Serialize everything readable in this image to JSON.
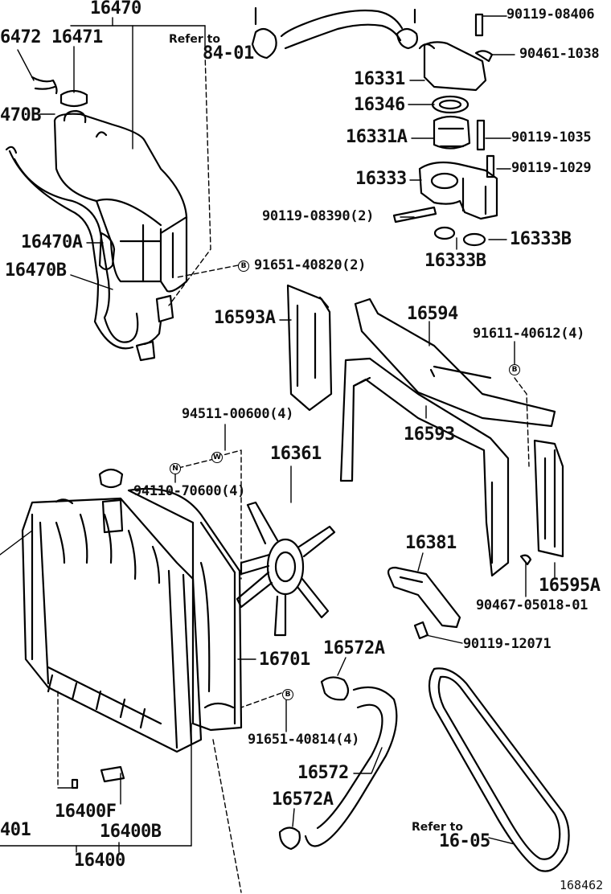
{
  "part_labels": {
    "p16470": "16470",
    "p16472": "6472",
    "p16471": "16471",
    "p16470b_top": "470B",
    "p16470a": "16470A",
    "p16470b": "16470B",
    "p91651_40820": "91651-40820(2)",
    "p16331": "16331",
    "p16346": "16346",
    "p16331a": "16331A",
    "p16333": "16333",
    "p90119_08390": "90119-08390(2)",
    "p16333b_right": "16333B",
    "p16333b_bottom": "16333B",
    "p90119_08406": "90119-08406",
    "p90461_1038": "90461-1038",
    "p90119_1035": "90119-1035",
    "p90119_1029": "90119-1029",
    "p16593a": "16593A",
    "p16594": "16594",
    "p91611_40612": "91611-40612(4)",
    "p16593": "16593",
    "p94511_00600": "94511-00600(4)",
    "p16361": "16361",
    "p94110_70600": "94110-70600(4)",
    "p16381": "16381",
    "p16595a": "16595A",
    "p90467_05018": "90467-05018-01",
    "p90119_12071": "90119-12071",
    "p16701": "16701",
    "p16572a_top": "16572A",
    "p91651_40814": "91651-40814(4)",
    "p16572": "16572",
    "p16572a_bottom": "16572A",
    "p16400f": "16400F",
    "p16400b": "16400B",
    "p401": "401",
    "p16400": "16400"
  },
  "refer_notes": {
    "top_refer": "Refer to",
    "top_page": "84-01",
    "bottom_refer": "Refer to",
    "bottom_page": "16-05"
  },
  "symbols": {
    "b1": "B",
    "b2": "B",
    "b3": "B",
    "n": "N",
    "w": "W"
  },
  "figure_number": "168462"
}
